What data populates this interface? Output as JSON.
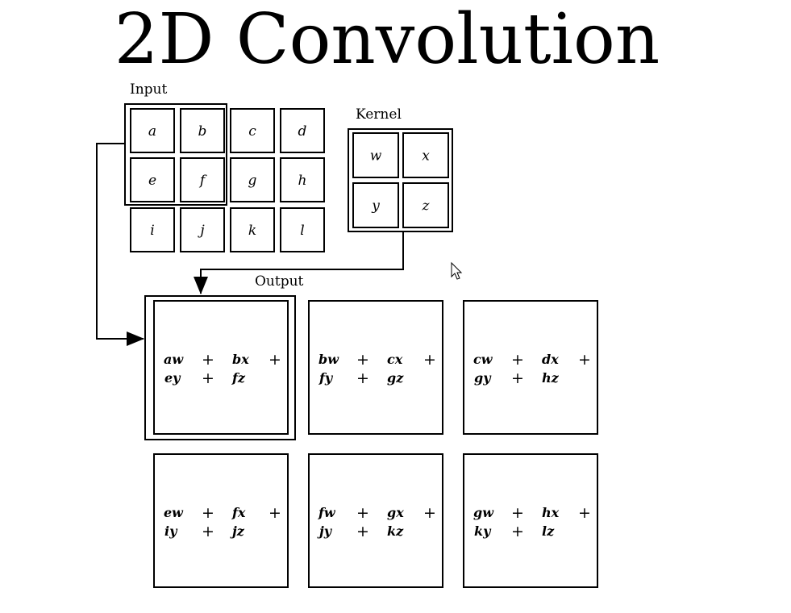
{
  "title": "2D Convolution",
  "input": {
    "label": "Input",
    "cells": [
      [
        "a",
        "b",
        "c",
        "d"
      ],
      [
        "e",
        "f",
        "g",
        "h"
      ],
      [
        "i",
        "j",
        "k",
        "l"
      ]
    ]
  },
  "kernel": {
    "label": "Kernel",
    "cells": [
      [
        "w",
        "x"
      ],
      [
        "y",
        "z"
      ]
    ]
  },
  "output": {
    "label": "Output",
    "plus_sign": "+",
    "cells": [
      [
        {
          "line1": [
            "aw",
            "bx"
          ],
          "line2": [
            "ey",
            "fz"
          ]
        },
        {
          "line1": [
            "bw",
            "cx"
          ],
          "line2": [
            "fy",
            "gz"
          ]
        },
        {
          "line1": [
            "cw",
            "dx"
          ],
          "line2": [
            "gy",
            "hz"
          ]
        }
      ],
      [
        {
          "line1": [
            "ew",
            "fx"
          ],
          "line2": [
            "iy",
            "jz"
          ]
        },
        {
          "line1": [
            "fw",
            "gx"
          ],
          "line2": [
            "jy",
            "kz"
          ]
        },
        {
          "line1": [
            "gw",
            "hx"
          ],
          "line2": [
            "ky",
            "lz"
          ]
        }
      ]
    ]
  }
}
